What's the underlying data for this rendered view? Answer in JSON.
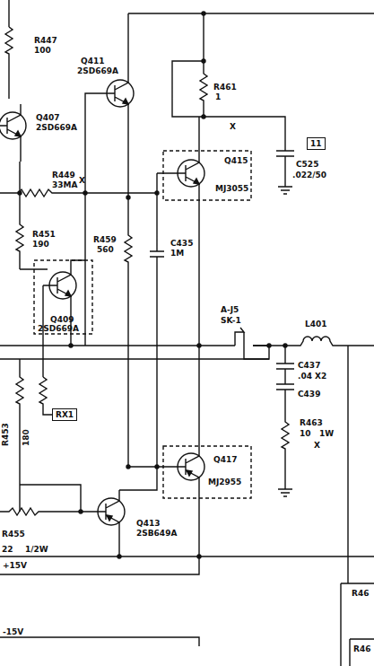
{
  "diagram": {
    "nodes": [
      {
        "text": [
          "RX1"
        ]
      },
      {
        "text": [
          "11"
        ]
      }
    ],
    "labels": [
      "R447",
      "100",
      "Q411",
      "2SD669A",
      "Q407",
      "2SD669A",
      "R449",
      "33MA",
      "X",
      "R451",
      "190",
      "Q409",
      "2SD669A",
      "R459",
      "560",
      "C435",
      "1M",
      "R461",
      "1",
      "X",
      "C525",
      ".022/50",
      "Q415",
      "MJ3055",
      "A-J5",
      "SK-1",
      "L401",
      "C437",
      ".04 X2",
      "C439",
      "R463",
      "10",
      "1W",
      "X",
      "R453",
      "180",
      "Q417",
      "MJ2955",
      "Q413",
      "2SB649A",
      "R455",
      "22",
      "1/2W",
      "+15V",
      "-15V",
      "R46",
      "R46"
    ]
  }
}
